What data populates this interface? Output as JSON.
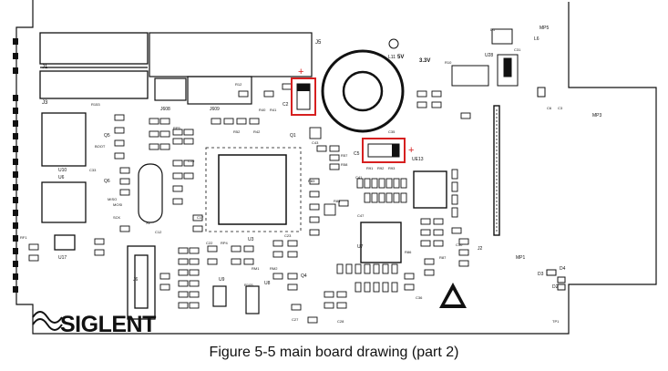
{
  "caption": "Figure 5-5 main board drawing (part 2)",
  "brand": "SIGLENT",
  "colors": {
    "highlight": "#d62020",
    "ink": "#111111",
    "paper": "#ffffff"
  },
  "markers": {
    "plus": "+"
  },
  "labels": {
    "J1": "J1",
    "J3": "J3",
    "J5": "J5",
    "J2": "J2",
    "J6": "J6",
    "J608": "J608",
    "J609": "J609",
    "MP1": "MP1",
    "MP3": "MP3",
    "MP5": "MP5",
    "U3": "U3",
    "U6": "U6",
    "U7": "U7",
    "U8": "U8",
    "U9": "U9",
    "U10": "U10",
    "U17": "U17",
    "U28": "U28",
    "UE13": "UE13",
    "L6": "L6",
    "L11": "L11",
    "v5": "5V",
    "v33": "3.3V",
    "C2": "C2",
    "C5": "C5",
    "D1": "D1",
    "D2": "D2",
    "D3": "D3",
    "D4": "D4",
    "Q1": "Q1",
    "Q4": "Q4",
    "Q5": "Q5",
    "Q6": "Q6",
    "X1": "X1",
    "R153": "R153",
    "RF1": "RF1",
    "C31": "C31",
    "C3": "C3",
    "C6": "C6",
    "R10": "R10",
    "R12": "R12",
    "R40": "R40",
    "R41": "R41",
    "R42": "R42",
    "R52": "R52",
    "R57": "R57",
    "R58": "R58",
    "R83": "R83",
    "R84": "R84",
    "R86": "R86",
    "R87": "R87",
    "R91": "R91",
    "R92": "R92",
    "R93": "R93",
    "R105": "R105",
    "C12": "C12",
    "C17": "C17",
    "C19": "C19",
    "C22": "C22",
    "C23": "C23",
    "C27": "C27",
    "C28": "C28",
    "C30": "C30",
    "C33": "C33",
    "C35": "C35",
    "C36": "C36",
    "C41": "C41",
    "C43": "C43",
    "C47": "C47",
    "BOOT": "BOOT",
    "MOSI": "MOSI",
    "SCK": "SCK",
    "MISO": "MISO",
    "TP1": "TP1",
    "RP4": "RP4",
    "RP5": "RP5",
    "RM1": "RM1",
    "RM2": "RM2"
  }
}
